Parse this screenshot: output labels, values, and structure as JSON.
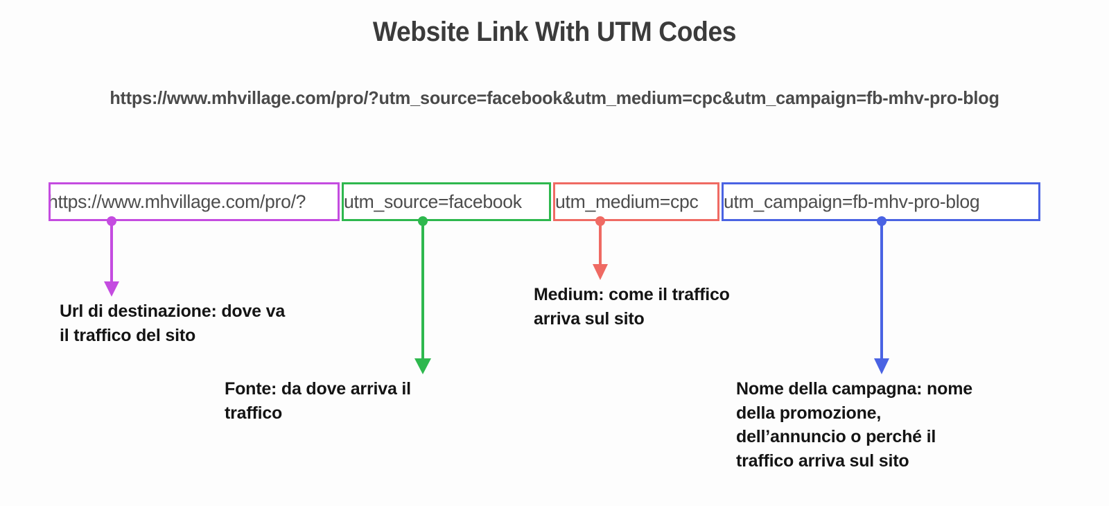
{
  "page": {
    "title": "Website Link With UTM Codes",
    "background_color": "#fdfdfd",
    "title_color": "#3b3b3b"
  },
  "plain_url": {
    "text": "https://www.mhvillage.com/pro/?utm_source=facebook&utm_medium=cpc&utm_campaign=fb-mhv-pro-blog",
    "color": "#4a4a4a"
  },
  "segments": [
    {
      "id": "destination-url",
      "text": "https://www.mhvillage.com/pro/?",
      "color": "#c44ce0",
      "color_name": "purple"
    },
    {
      "id": "utm-source",
      "text": "utm_source=facebook",
      "color": "#2eb84e",
      "color_name": "green"
    },
    {
      "id": "utm-medium",
      "text": "utm_medium=cpc",
      "color": "#ef6a63",
      "color_name": "red"
    },
    {
      "id": "utm-campaign",
      "text": "utm_campaign=fb-mhv-pro-blog",
      "color": "#4a63e3",
      "color_name": "blue"
    }
  ],
  "captions": {
    "destination_url": {
      "color": "#c44ce0",
      "lines": [
        "Url di destinazione: dove va",
        "il traffico del sito"
      ]
    },
    "source": {
      "color": "#2eb84e",
      "lines": [
        "Fonte: da dove arriva il",
        "traffico"
      ]
    },
    "medium": {
      "color": "#ef6a63",
      "lines": [
        "Medium: come il traffico",
        "arriva sul sito"
      ]
    },
    "campaign": {
      "color": "#4a63e3",
      "lines": [
        "Nome della campagna: nome",
        "della promozione,",
        "dell’annuncio o perché il",
        "traffico arriva sul sito"
      ]
    }
  }
}
